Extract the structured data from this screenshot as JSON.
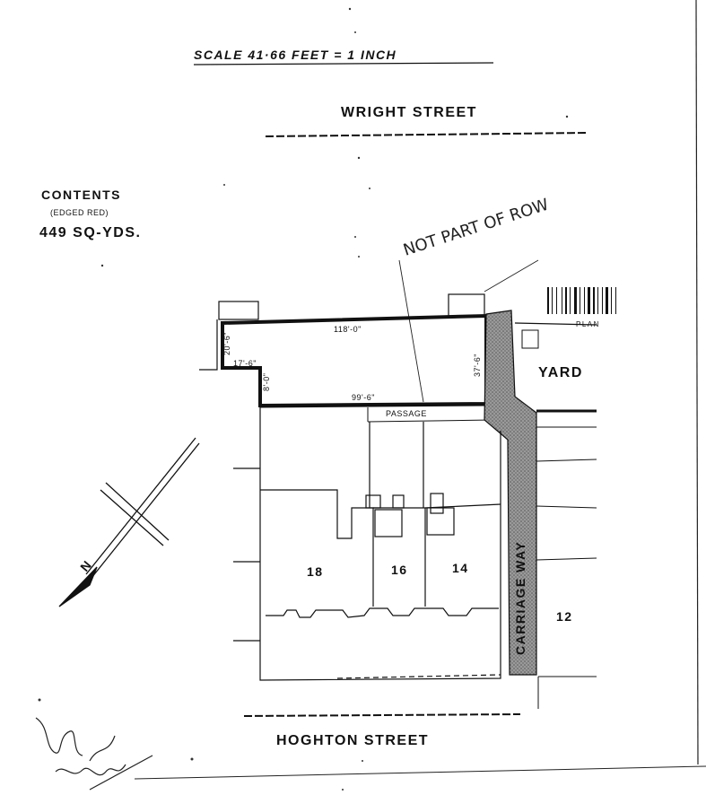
{
  "scale": "SCALE 41·66 FEET = 1 INCH",
  "streets": {
    "top": "WRIGHT STREET",
    "bottom": "HOGHTON STREET",
    "carriage_way": "CARRIAGE WAY"
  },
  "contents": {
    "title": "CONTENTS",
    "note": "(EDGED RED)",
    "area": "449 SQ-YDS."
  },
  "dimensions": {
    "top": "118'-0\"",
    "bottom": "99'-6\"",
    "right": "37'-6\"",
    "left_small": "17'-6\"",
    "left_upper": "20'-6\"",
    "left_lower": "8'-0\""
  },
  "labels": {
    "passage": "PASSAGE",
    "yard": "YARD",
    "plan": "PLAN"
  },
  "lots": [
    "18",
    "16",
    "14",
    "12"
  ],
  "handwritten_note": "NOT PART OF ROW",
  "north_arrow_letter": "N",
  "colors": {
    "ink": "#111111",
    "hatch": "#777777",
    "paper": "#ffffff"
  }
}
